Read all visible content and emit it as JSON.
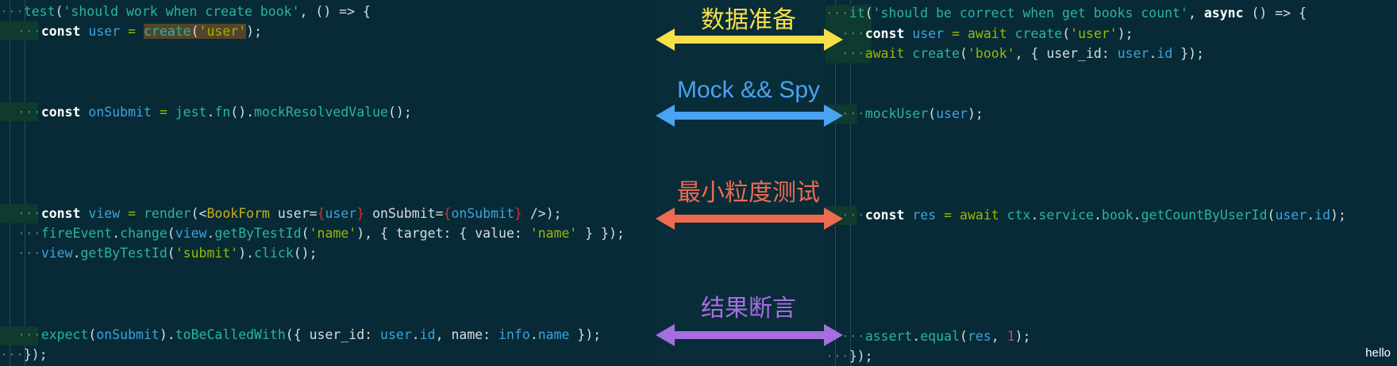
{
  "left_code": {
    "line1": {
      "dots": "···",
      "a": "test",
      "b": "(",
      "c": "'should work when create book'",
      "d": ", () => {"
    },
    "line2": {
      "dots": "···",
      "kw": "const",
      "var": "user",
      "eq": " = ",
      "fn": "create",
      "open": "(",
      "str": "'user'",
      "close": ");"
    },
    "line3": {
      "dots": "···",
      "kw": "const",
      "var": "onSubmit",
      "eq": " = ",
      "obj": "jest",
      "dot1": ".",
      "fn1": "fn",
      "p1": "().",
      "fn2": "mockResolvedValue",
      "p2": "();"
    },
    "line4": {
      "dots": "···",
      "kw": "const",
      "var": "view",
      "eq": " = ",
      "fn": "render",
      "lt": "(<",
      "tag": "BookForm",
      "attr1": " user=",
      "b1": "{",
      "v1": "user",
      "b2": "}",
      "attr2": " onSubmit=",
      "b3": "{",
      "v2": "onSubmit",
      "b4": "}",
      "end": " />);"
    },
    "line5": {
      "dots": "···",
      "obj": "fireEvent",
      "dot": ".",
      "fn": "change",
      "p1": "(",
      "v": "view",
      "dot2": ".",
      "fn2": "getByTestId",
      "p2": "(",
      "s1": "'name'",
      "p3": "), { target: { value: ",
      "s2": "'name'",
      "p4": " } });"
    },
    "line6": {
      "dots": "···",
      "v": "view",
      "dot": ".",
      "fn": "getByTestId",
      "p1": "(",
      "s": "'submit'",
      "p2": ").",
      "fn2": "click",
      "p3": "();"
    },
    "line7": {
      "dots": "···",
      "fn": "expect",
      "p1": "(",
      "v": "onSubmit",
      "p2": ").",
      "fn2": "toBeCalledWith",
      "p3": "({ user_id: ",
      "v2": "user",
      "dot": ".",
      "f1": "id",
      "p4": ", name: ",
      "v3": "info",
      "dot2": ".",
      "f2": "name",
      "p5": " });"
    },
    "line8": {
      "dots": "···",
      "text": "});"
    }
  },
  "right_code": {
    "line1": {
      "dots": "···",
      "a": "it",
      "b": "(",
      "c": "'should be correct when get books count'",
      "d": ", ",
      "kw": "async",
      "e": " () => {"
    },
    "line2": {
      "dots": "···",
      "kw": "const",
      "var": "user",
      "eq": " = ",
      "kw2": "await",
      "sp": " ",
      "fn": "create",
      "p1": "(",
      "str": "'user'",
      "p2": ");"
    },
    "line3": {
      "dots": "···",
      "kw": "await",
      "sp": " ",
      "fn": "create",
      "p1": "(",
      "str": "'book'",
      "p2": ", { user_id: ",
      "v": "user",
      "dot": ".",
      "f": "id",
      "p3": " });"
    },
    "line4": {
      "dots": "···",
      "fn": "mockUser",
      "p1": "(",
      "v": "user",
      "p2": ");"
    },
    "line5": {
      "dots": "···",
      "kw": "const",
      "var": "res",
      "eq": " = ",
      "kw2": "await",
      "sp": " ",
      "o1": "ctx",
      "d1": ".",
      "o2": "service",
      "d2": ".",
      "o3": "book",
      "d3": ".",
      "fn": "getCountByUserId",
      "p1": "(",
      "v": "user",
      "dot": ".",
      "f": "id",
      "p2": ");"
    },
    "line6": {
      "dots": "···",
      "o": "assert",
      "dot": ".",
      "fn": "equal",
      "p1": "(",
      "v": "res",
      "p2": ", ",
      "n": "1",
      "p3": ");"
    },
    "line7": {
      "dots": "···",
      "text": "});"
    }
  },
  "stages": [
    {
      "label": "数据准备",
      "color": "#f5e04a"
    },
    {
      "label": "Mock && Spy",
      "color": "#4aa3f0"
    },
    {
      "label": "最小粒度测试",
      "color": "#ee6a50"
    },
    {
      "label": "结果断言",
      "color": "#a56fe0"
    }
  ],
  "watermark": "hello"
}
